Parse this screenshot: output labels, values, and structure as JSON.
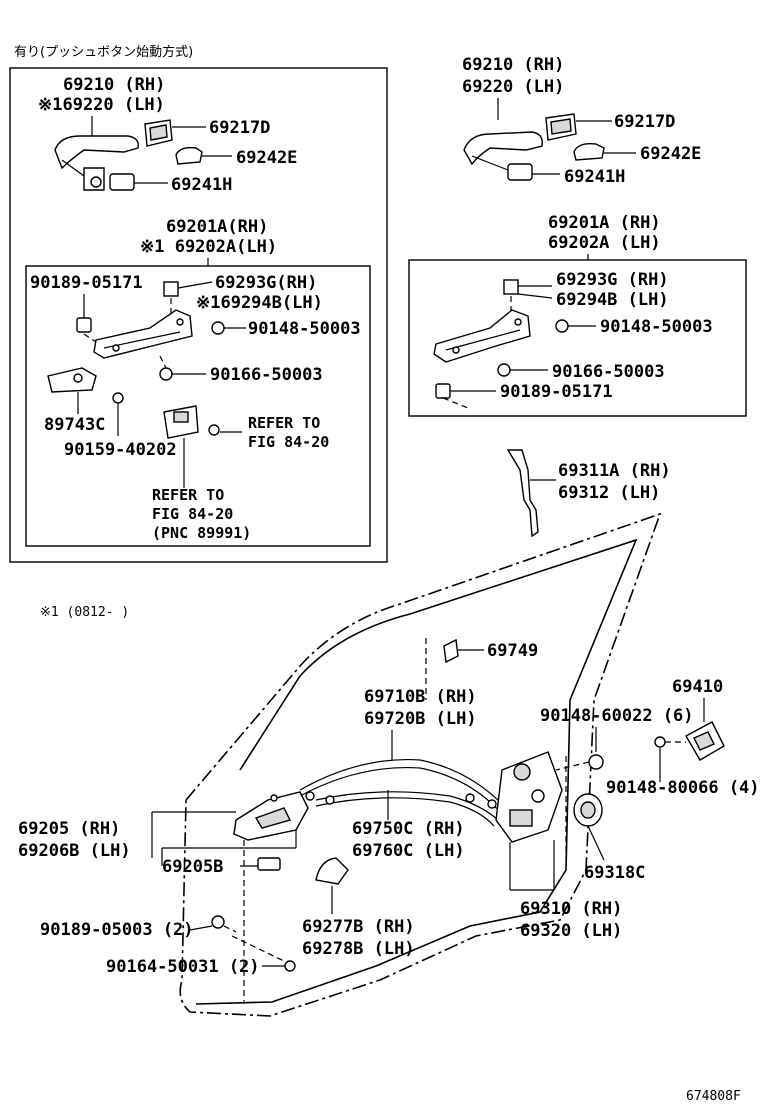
{
  "header_note_jp": "有り(プッシュボタン始動方式)",
  "footnote": "※1 (0812-   )",
  "figure_id": "674808F",
  "left_panel": {
    "handle": [
      "69210 (RH)",
      "※169220 (LH)"
    ],
    "p69217d": "69217D",
    "p69242e": "69242E",
    "p69241h": "69241H",
    "frame": [
      "69201A(RH)",
      "※1 69202A(LH)"
    ],
    "p90189_05171": "90189-05171",
    "p69293g": [
      "69293G(RH)",
      "※169294B(LH)"
    ],
    "p90148_50003": "90148-50003",
    "p90166_50003": "90166-50003",
    "p89743c": "89743C",
    "p90159_40202": "90159-40202",
    "refer_a": [
      "REFER TO",
      "FIG 84-20"
    ],
    "refer_b": [
      "REFER TO",
      "FIG 84-20",
      "(PNC 89991)"
    ]
  },
  "right_panel": {
    "handle": [
      "69210 (RH)",
      "69220 (LH)"
    ],
    "p69217d": "69217D",
    "p69242e": "69242E",
    "p69241h": "69241H",
    "frame": [
      "69201A (RH)",
      "69202A (LH)"
    ],
    "p69293g": [
      "69293G (RH)",
      "69294B (LH)"
    ],
    "p90148_50003": "90148-50003",
    "p90166_50003": "90166-50003",
    "p90189_05171": "90189-05171"
  },
  "door": {
    "rod": [
      "69311A (RH)",
      "69312  (LH)"
    ],
    "p69749": "69749",
    "cable_a": [
      "69710B (RH)",
      "69720B (LH)"
    ],
    "p69410": "69410",
    "p90148_60022": "90148-60022 (6)",
    "p90148_80066": "90148-80066 (4)",
    "inner_handle": [
      "69205  (RH)",
      "69206B (LH)"
    ],
    "p69205b": "69205B",
    "cable_b": [
      "69750C (RH)",
      "69760C (LH)"
    ],
    "p69318c": "69318C",
    "lock": [
      "69310 (RH)",
      "69320 (LH)"
    ],
    "p90189_05003": "90189-05003 (2)",
    "p69277b": [
      "69277B (RH)",
      "69278B (LH)"
    ],
    "p90164_50031": "90164-50031 (2)"
  }
}
